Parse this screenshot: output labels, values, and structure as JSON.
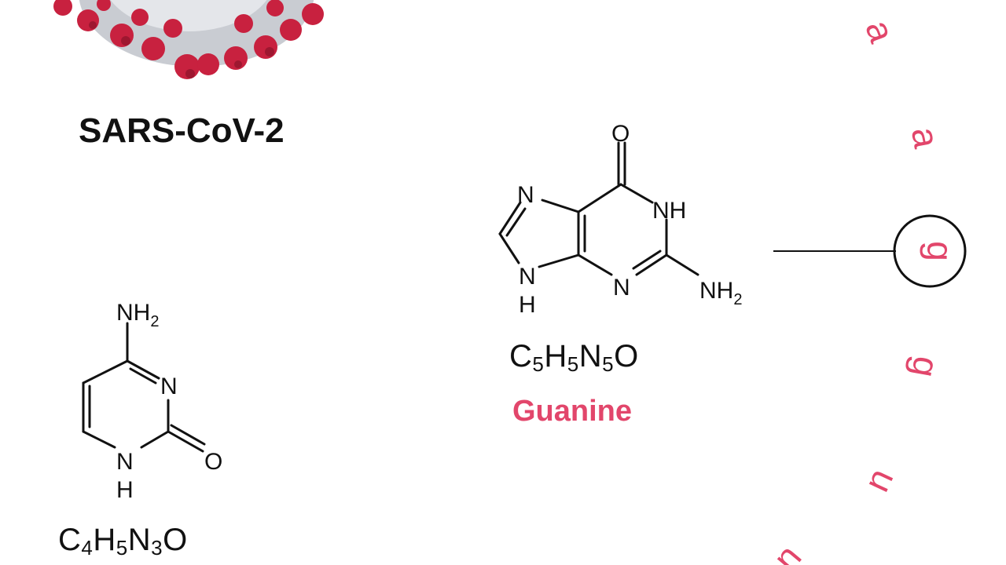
{
  "virus": {
    "name": "SARS-CoV-2"
  },
  "guanine": {
    "name": "Guanine",
    "formula": {
      "c": "5",
      "h": "5",
      "n": "5",
      "o": ""
    },
    "atoms": {
      "o": "O",
      "n1": "N",
      "nh": "NH",
      "nh2_n": "NH",
      "nh2_sub": "2",
      "n_ring": "N",
      "nh_bottom": "N",
      "h_bottom": "H"
    }
  },
  "cytosine": {
    "formula": {
      "c": "4",
      "h": "5",
      "n": "3",
      "o": ""
    },
    "atoms": {
      "nh2_n": "NH",
      "nh2_sub": "2",
      "n": "N",
      "o": "O",
      "nh_n": "N",
      "nh_h": "H"
    }
  },
  "sequence": {
    "letters": [
      "a",
      "a",
      "g",
      "g",
      "u",
      "u"
    ],
    "highlighted": "g"
  },
  "colors": {
    "accent": "#e2466b",
    "text": "#111111",
    "virus_red": "#c8213f"
  }
}
